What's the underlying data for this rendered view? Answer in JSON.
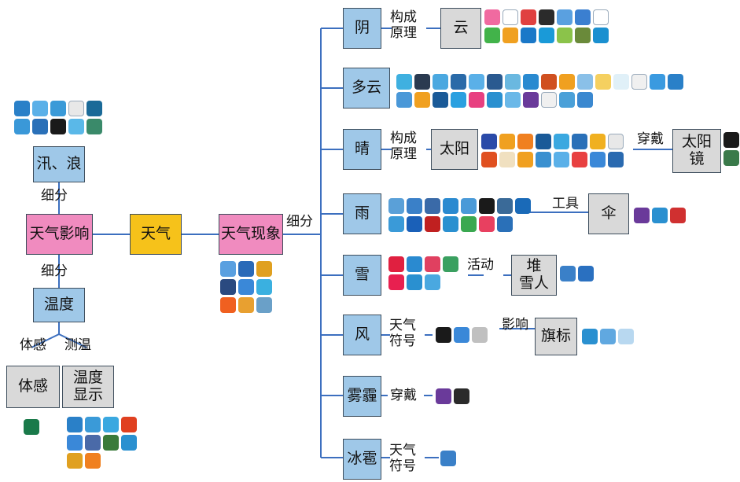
{
  "nodes": {
    "weather": "天气",
    "weather_phenomena": "天气现象",
    "weather_influence": "天气影响",
    "flood_wave": "汛、浪",
    "temperature": "温度",
    "body_feel": "体感",
    "temp_display": "温度\n显示",
    "overcast": "阴",
    "cloud": "云",
    "cloudy": "多云",
    "sunny": "晴",
    "sun": "太阳",
    "sunglasses": "太阳\n镜",
    "rain": "雨",
    "umbrella": "伞",
    "snow": "雪",
    "snowman": "堆\n雪人",
    "wind": "风",
    "flag": "旗标",
    "haze": "雾霾",
    "hail": "冰雹"
  },
  "labels": {
    "subdivide_top": "细分",
    "subdivide_left_upper": "细分",
    "subdivide_left_lower": "细分",
    "body_feel_label": "体感",
    "measure_temp": "测温",
    "principle_overcast": "构成\n原理",
    "principle_sunny": "构成\n原理",
    "wear_sunny": "穿戴",
    "tool_rain": "工具",
    "activity_snow": "活动",
    "symbol_wind": "天气\n符号",
    "influence_wind": "影响",
    "wear_haze": "穿戴",
    "symbol_hail": "天气\n符号"
  },
  "colors": {
    "blue_node": "#9fc8e8",
    "pink_node": "#f08bbf",
    "yellow_node": "#f6c21a",
    "gray_node": "#d9d9d9",
    "connector": "#3c6fbf"
  },
  "icon_groups": {
    "cloud_icons": [
      "#f06aa0",
      "#ffffff",
      "#e04040",
      "#2b2b2b",
      "#5aa0e0",
      "#3b7fd0",
      "#ffffff",
      "#42b34a",
      "#f0a020",
      "#1a78c8",
      "#1a9ad8",
      "#8bc34a",
      "#6a8a3a",
      "#1a90d0"
    ],
    "cloudy_icons": [
      "#3fb0e0",
      "#2a3a50",
      "#4aa8e0",
      "#2a6aa8",
      "#5ab0e8",
      "#2a5a90",
      "#6ab8e0",
      "#2a8ad0",
      "#d05020",
      "#f0a020",
      "#8ac0e8",
      "#f5d060",
      "#e0f0f8",
      "#f0f0f0",
      "#3a9ae0",
      "#2a80c8",
      "#4a98d8",
      "#f0a020",
      "#1a5a98",
      "#2aa0e0",
      "#e84080",
      "#2a90d0",
      "#6ab8e8",
      "#6a3a9a",
      "#f0f0f0",
      "#4aa0d8",
      "#3a88d0"
    ],
    "sun_icons": [
      "#2a4aa8",
      "#f0a020",
      "#f08020",
      "#1a5a98",
      "#3aa8e0",
      "#2a70b8",
      "#f0b020",
      "#e8e8e8",
      "#e05020",
      "#f0e0c0",
      "#f0a020",
      "#3a90d0",
      "#5ab0e8",
      "#e84040",
      "#3a88d8",
      "#2a6ab0"
    ],
    "sunglasses_icons": [
      "#1a1a1a",
      "#3a7a4a"
    ],
    "rain_icons": [
      "#5aa0d8",
      "#3a80c8",
      "#3a6aa8",
      "#2a8ad0",
      "#4a9ad8",
      "#1a1a1a",
      "#3a6a98",
      "#1a6ab8",
      "#3a9ad8",
      "#1a60b8",
      "#c02020",
      "#2a90d0",
      "#3aa850",
      "#e84060",
      "#2a70b8"
    ],
    "umbrella_icons": [
      "#6a3a9a",
      "#2a90d0",
      "#d03030"
    ],
    "snow_icons": [
      "#e02040",
      "#2a8ad0",
      "#e04060",
      "#3aa060",
      "#e82050",
      "#2a90d0",
      "#4aa8e0"
    ],
    "snowman_icons": [
      "#3a80c8",
      "#2a70c0"
    ],
    "wind_icons": [
      "#1a1a1a",
      "#3a88d8",
      "#c0c0c0"
    ],
    "flag_icons": [
      "#2a90d0",
      "#60a8e0",
      "#b8d8f0"
    ],
    "haze_icons": [
      "#6a3a9a",
      "#2a2a2a"
    ],
    "hail_icons": [
      "#3a80c8"
    ],
    "flood_icons": [
      "#2a80c8",
      "#5ab0e8",
      "#3a9ad8",
      "#e8e8e8",
      "#1a6a98",
      "#3a98d8",
      "#2a70b8",
      "#1a1a1a",
      "#5ab8e8",
      "#3a8a6a"
    ],
    "phenomena_icons": [
      "#5aa0e0",
      "#2a6ab8",
      "#e0a020",
      "#2a4a80",
      "#3a88d8",
      "#3ab0e0",
      "#f06020",
      "#e8a030",
      "#6aa0c8"
    ],
    "body_icons": [
      "#1a7a4a"
    ],
    "display_icons": [
      "#2a80c8",
      "#3a9ad8",
      "#3aa8e0",
      "#e04020",
      "#3a88d8",
      "#4a6aa8",
      "#3a7a3a",
      "#2a90d0",
      "#e0a020",
      "#f08020"
    ]
  }
}
